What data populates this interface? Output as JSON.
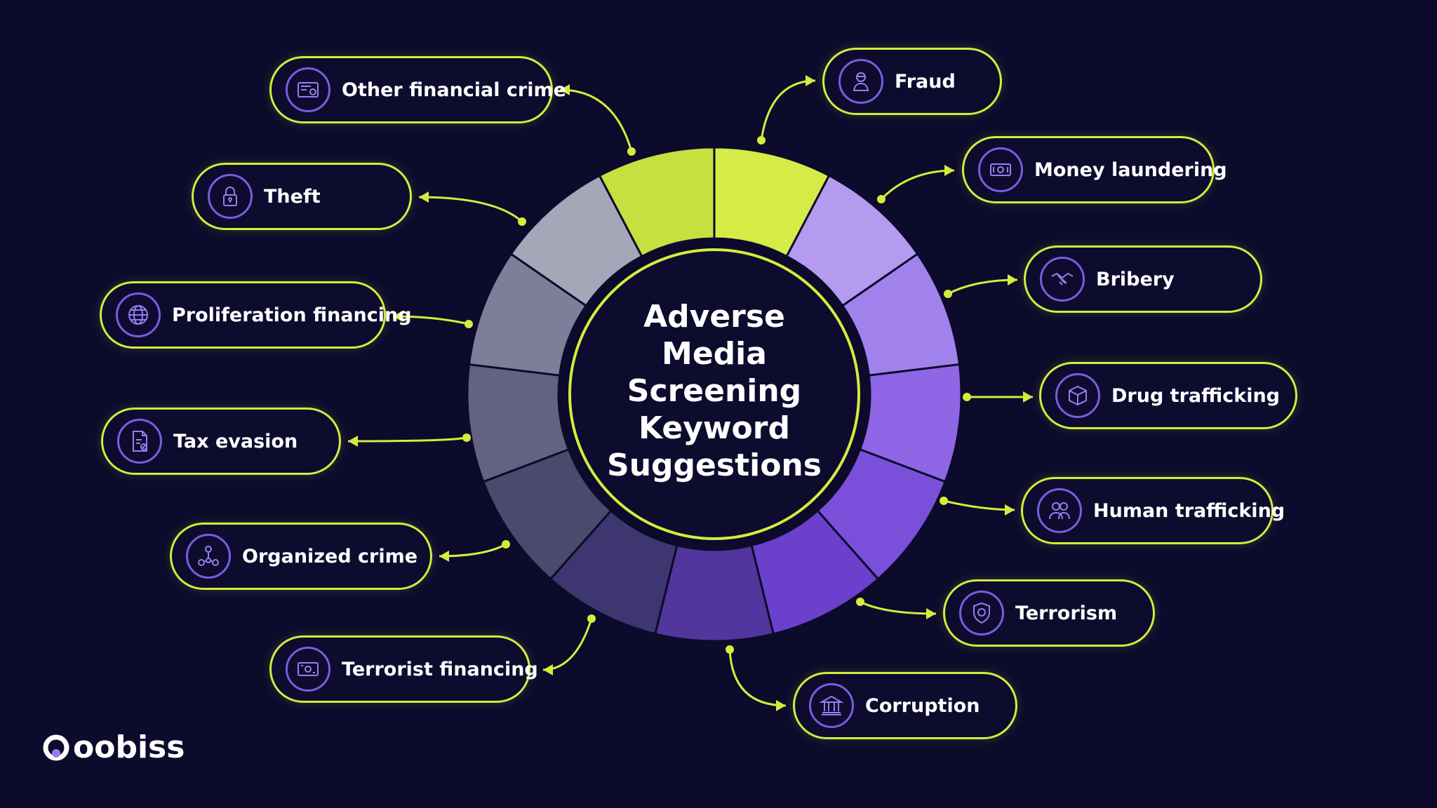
{
  "title_lines": [
    "Adverse",
    "Media",
    "Screening",
    "Keyword",
    "Suggestions"
  ],
  "brand": {
    "name": "oobiss",
    "accent": "#d4ec3c",
    "background": "#0c0b2c"
  },
  "keywords": [
    {
      "label": "Fraud",
      "icon": "masked-person-icon",
      "color": "#d4ec45"
    },
    {
      "label": "Money laundering",
      "icon": "banknote-icon",
      "color": "#b49bef"
    },
    {
      "label": "Bribery",
      "icon": "handshake-icon",
      "color": "#a182ed"
    },
    {
      "label": "Drug trafficking",
      "icon": "package-icon",
      "color": "#8e66e6"
    },
    {
      "label": "Human trafficking",
      "icon": "people-icon",
      "color": "#7a50db"
    },
    {
      "label": "Terrorism",
      "icon": "shield-icon",
      "color": "#6a40cc"
    },
    {
      "label": "Corruption",
      "icon": "courthouse-icon",
      "color": "#53359e"
    },
    {
      "label": "Terrorist financing",
      "icon": "money-icon",
      "color": "#3d3670"
    },
    {
      "label": "Organized crime",
      "icon": "network-icon",
      "color": "#4b4a6e"
    },
    {
      "label": "Tax evasion",
      "icon": "tax-document-icon",
      "color": "#636283"
    },
    {
      "label": "Proliferation financing",
      "icon": "globe-icon",
      "color": "#7e7e9a"
    },
    {
      "label": "Theft",
      "icon": "padlock-icon",
      "color": "#a6a6b9"
    },
    {
      "label": "Other financial crime",
      "icon": "id-card-icon",
      "color": "#c5e03f"
    }
  ]
}
